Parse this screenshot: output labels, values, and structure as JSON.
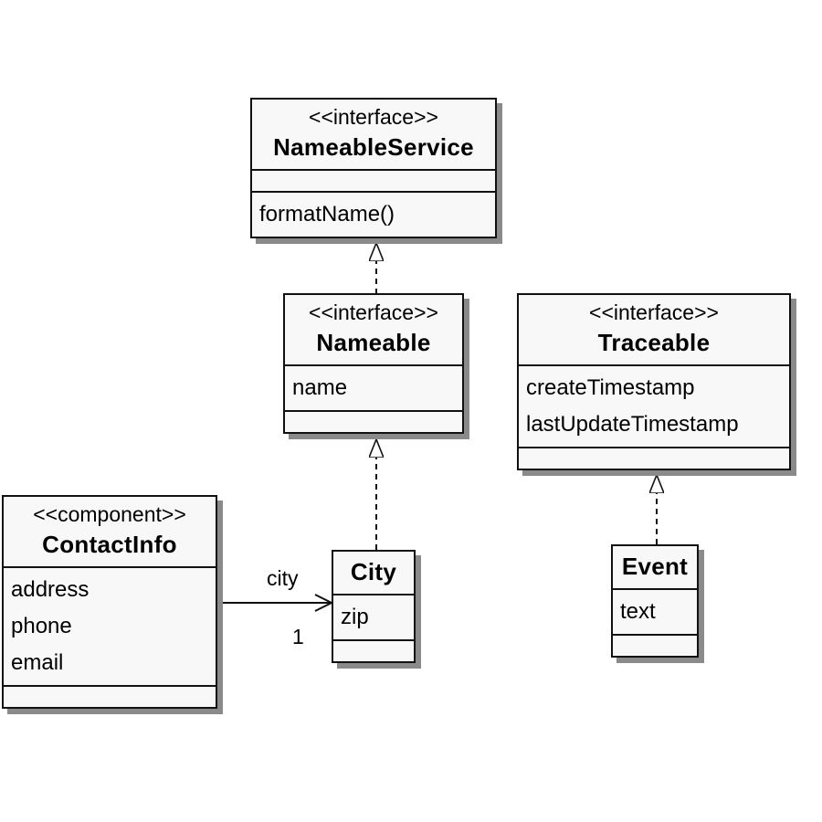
{
  "classes": {
    "nameable_service": {
      "stereotype": "<<interface>>",
      "name": "NameableService",
      "attributes": [],
      "operations": [
        "formatName()"
      ]
    },
    "nameable": {
      "stereotype": "<<interface>>",
      "name": "Nameable",
      "attributes": [
        "name"
      ],
      "operations": []
    },
    "traceable": {
      "stereotype": "<<interface>>",
      "name": "Traceable",
      "attributes": [
        "createTimestamp",
        "lastUpdateTimestamp"
      ],
      "operations": []
    },
    "contact_info": {
      "stereotype": "<<component>>",
      "name": "ContactInfo",
      "attributes": [
        "address",
        "phone",
        "email"
      ],
      "operations": []
    },
    "city": {
      "name": "City",
      "attributes": [
        "zip"
      ],
      "operations": []
    },
    "event": {
      "name": "Event",
      "attributes": [
        "text"
      ],
      "operations": []
    }
  },
  "relations": [
    {
      "type": "realization",
      "from": "Nameable",
      "to": "NameableService"
    },
    {
      "type": "realization",
      "from": "City",
      "to": "Nameable"
    },
    {
      "type": "realization",
      "from": "Event",
      "to": "Traceable"
    },
    {
      "type": "association",
      "from": "ContactInfo",
      "to": "City",
      "role": "city",
      "multiplicity": "1"
    }
  ]
}
